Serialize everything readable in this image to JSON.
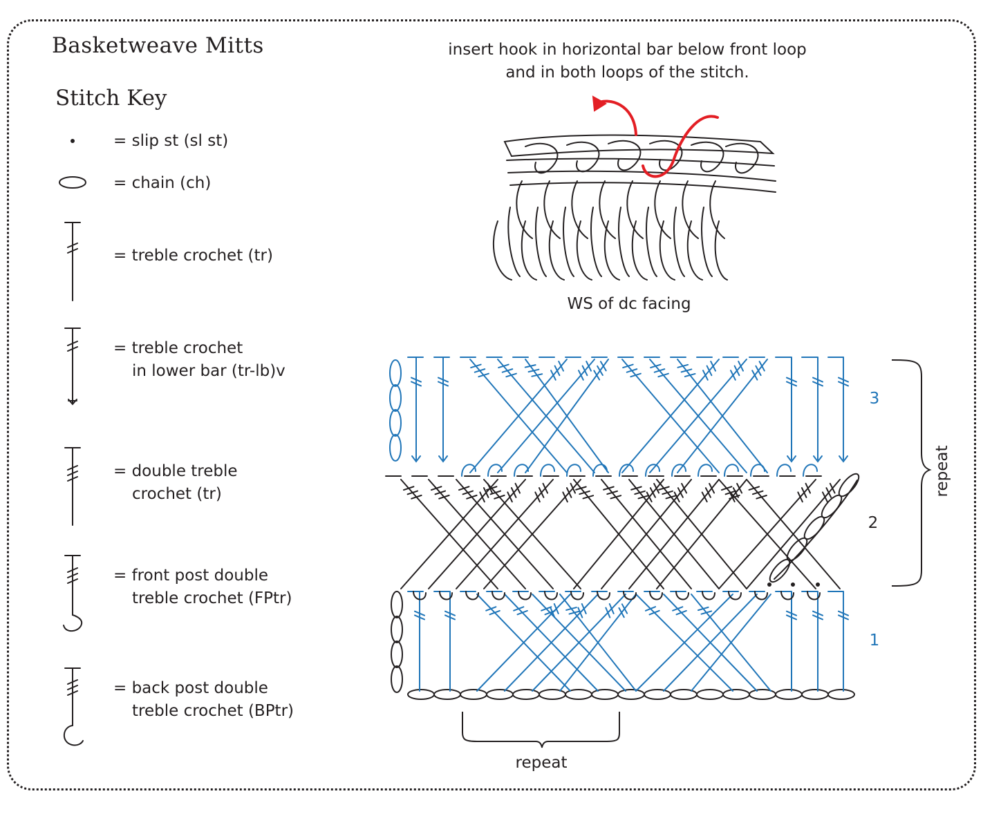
{
  "title": "Basketweave Mitts",
  "stitch_key": {
    "heading": "Stitch Key",
    "items": [
      {
        "symbol": "slip-stitch-dot",
        "label": "= slip st (sl st)"
      },
      {
        "symbol": "chain-oval",
        "label": "= chain (ch)"
      },
      {
        "symbol": "treble-crochet",
        "label": "= treble crochet (tr)"
      },
      {
        "symbol": "treble-crochet-lower-bar",
        "label": "= treble crochet",
        "label2": "in lower bar (tr-lb)v"
      },
      {
        "symbol": "double-treble-crochet",
        "label": "= double treble",
        "label2": "crochet (tr)"
      },
      {
        "symbol": "front-post-double-treble",
        "label": "= front post double",
        "label2": "treble crochet (FPtr)"
      },
      {
        "symbol": "back-post-double-treble",
        "label": "= back post double",
        "label2": "treble crochet (BPtr)"
      }
    ]
  },
  "illustration": {
    "instruction_line1": "insert hook in horizontal bar below front loop",
    "instruction_line2": "and in both loops of the stitch.",
    "caption": "WS of dc facing"
  },
  "chart": {
    "row_labels": [
      "1",
      "2",
      "3"
    ],
    "row_repeat_label": "repeat",
    "stitch_repeat_label": "repeat",
    "colors": {
      "odd_rows": "#1f75b8",
      "even_rows": "#231f20",
      "hook_arrow": "#e31e24"
    }
  }
}
